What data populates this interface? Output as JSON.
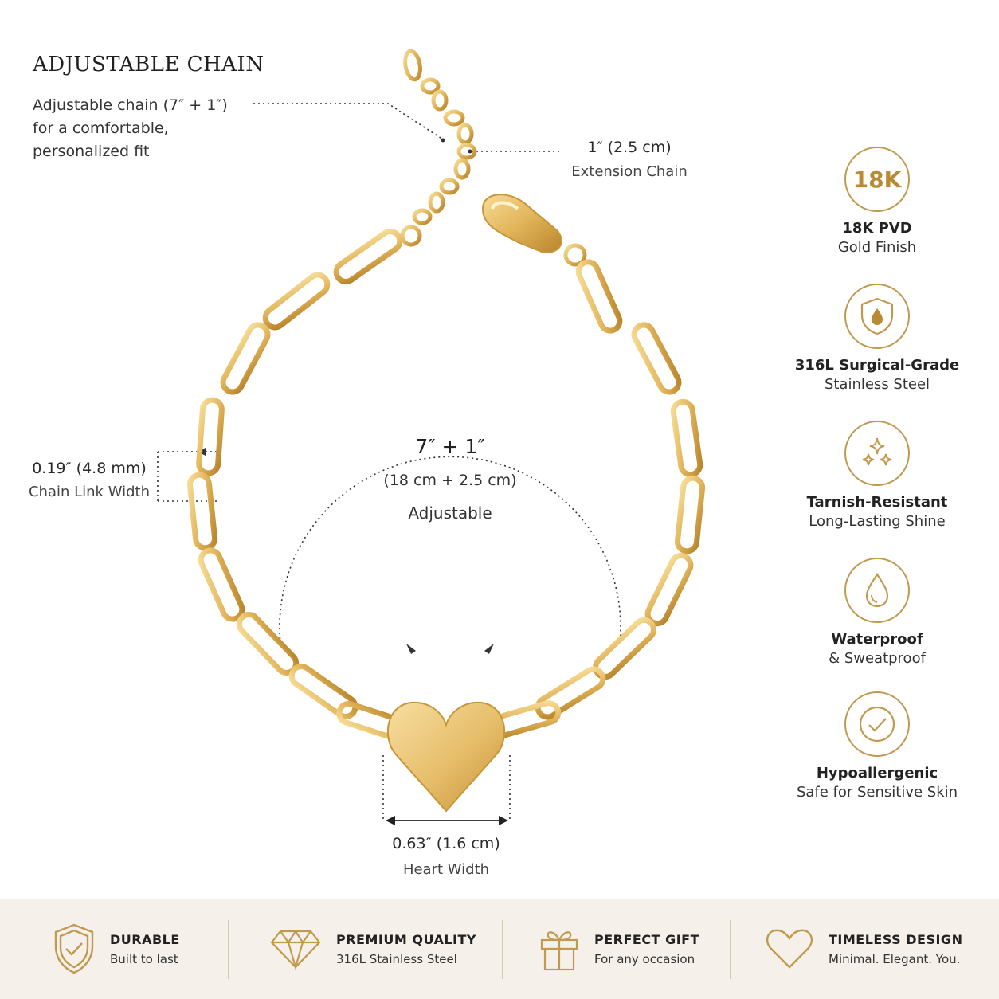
{
  "title": "ADJUSTABLE CHAIN",
  "description": {
    "line1": "Adjustable chain (7″ + 1″)",
    "line2": "for a comfortable,",
    "line3": "personalized fit"
  },
  "extension": {
    "size": "1″ (2.5 cm)",
    "label": "Extension Chain"
  },
  "link_width": {
    "size": "0.19″ (4.8 mm)",
    "label": "Chain Link Width"
  },
  "length": {
    "main": "7″ + 1″",
    "metric": "(18 cm + 2.5 cm)",
    "note": "Adjustable"
  },
  "heart_width": {
    "size": "0.63″ (1.6 cm)",
    "label": "Heart Width"
  },
  "features": [
    {
      "icon": "18k-badge-icon",
      "badge": "18K",
      "title": "18K PVD",
      "subtitle": "Gold Finish"
    },
    {
      "icon": "shield-drop-icon",
      "title": "316L Surgical-Grade",
      "subtitle": "Stainless Steel"
    },
    {
      "icon": "sparkle-icon",
      "title": "Tarnish-Resistant",
      "subtitle": "Long-Lasting Shine"
    },
    {
      "icon": "water-drop-icon",
      "title": "Waterproof",
      "subtitle": "& Sweatproof"
    },
    {
      "icon": "check-circle-icon",
      "title": "Hypoallergenic",
      "subtitle": "Safe for Sensitive Skin"
    }
  ],
  "bottom_bar": [
    {
      "icon": "shield-check-icon",
      "title": "DURABLE",
      "subtitle": "Built to last"
    },
    {
      "icon": "diamond-icon",
      "title": "PREMIUM QUALITY",
      "subtitle": "316L Stainless Steel"
    },
    {
      "icon": "gift-icon",
      "title": "PERFECT GIFT",
      "subtitle": "For any occasion"
    },
    {
      "icon": "heart-outline-icon",
      "title": "TIMELESS DESIGN",
      "subtitle": "Minimal. Elegant. You."
    }
  ],
  "colors": {
    "gold": "#c19a50",
    "gold_light": "#f3d38a",
    "gold_dark": "#b8862d",
    "bar_bg": "#f5f1ea"
  }
}
